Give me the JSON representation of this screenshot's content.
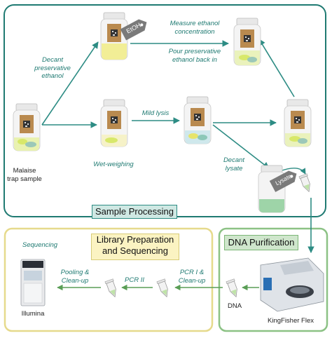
{
  "colors": {
    "sample_processing_border": "#1f7a72",
    "library_border": "#e6da8c",
    "dna_border": "#8cc285",
    "arrow": "#2d8c84"
  },
  "panels": {
    "sample_processing": "Sample Processing",
    "library_preparation": "Library Preparation and Sequencing",
    "dna_purification": "DNA Purification"
  },
  "labels": {
    "decant_preservative": "Decant preservative ethanol",
    "measure_ethanol": "Measure ethanol concentration",
    "pour_preservative": "Pour preservative ethanol back in",
    "mild_lysis": "Mild lysis",
    "wet_weighing": "Wet-weighing",
    "decant_lysate": "Decant lysate",
    "malaise_sample": "Malaise trap sample",
    "etoh_tag": "EtOH",
    "lysate_tag": "Lysate",
    "sequencing": "Sequencing",
    "pooling": "Pooling & Clean-up",
    "pcr2": "PCR II",
    "pcr1": "PCR I & Clean-up",
    "dna": "DNA",
    "kingfisher": "KingFisher Flex",
    "illumina": "Illumina"
  },
  "icons": [
    "sample-bottle-icon",
    "tag-icon",
    "pcr-tube-icon",
    "kingfisher-instrument-icon",
    "sequencer-icon"
  ]
}
